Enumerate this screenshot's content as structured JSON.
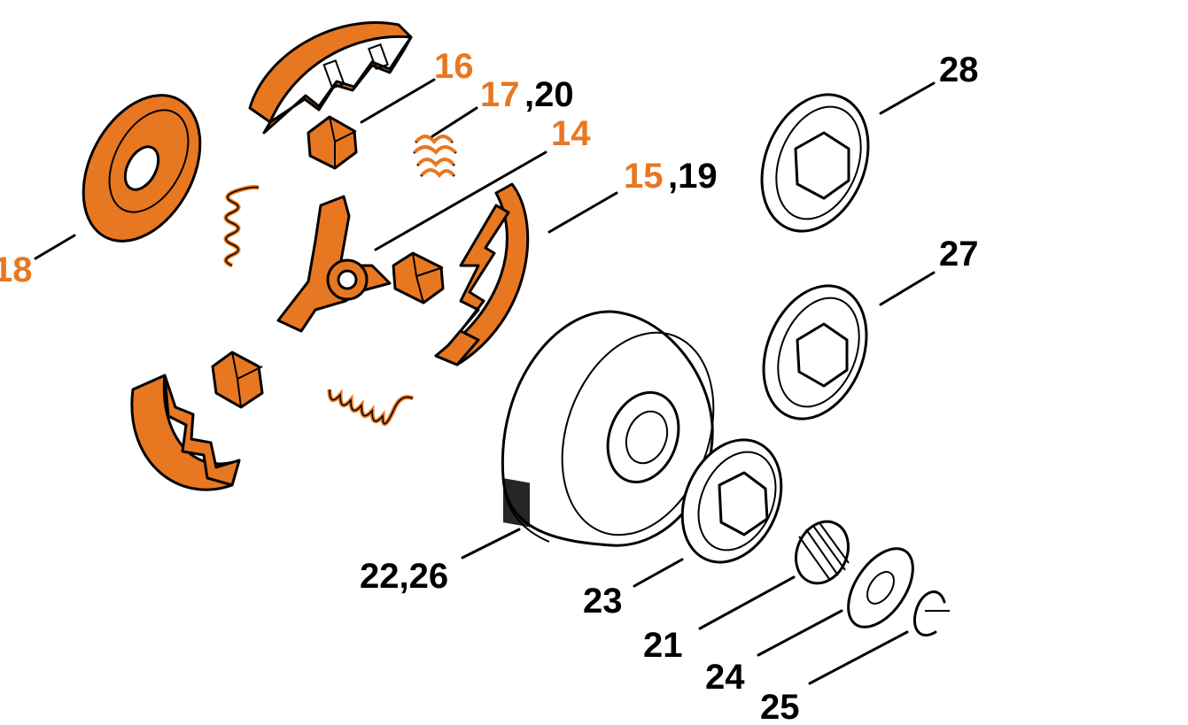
{
  "colors": {
    "highlight": "#E87722",
    "ink": "#000000",
    "paper": "#FFFFFF"
  },
  "labels": {
    "l18": "18",
    "l16": "16",
    "l17": "17",
    "l20": ",20",
    "l14": "14",
    "l15": "15",
    "l19": ",19",
    "l28": "28",
    "l27": "27",
    "l22_26": "22,26",
    "l23": "23",
    "l21": "21",
    "l24": "24",
    "l25": "25"
  }
}
